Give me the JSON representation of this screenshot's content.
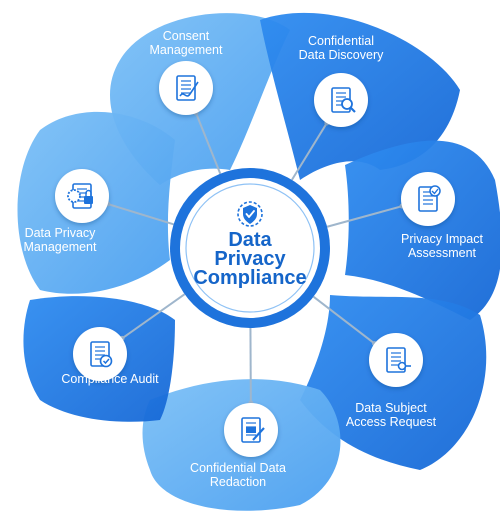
{
  "center": {
    "title_lines": [
      "Data",
      "Privacy",
      "Compliance"
    ],
    "icon": "shield-check-icon"
  },
  "colors": {
    "primary": "#1e7ae8",
    "light": "#5aaaf0",
    "center_text": "#1565c9",
    "connector": "#9fb6cc"
  },
  "segments": [
    {
      "id": "consent-management",
      "label_lines": [
        "Consent",
        "Management"
      ],
      "icon": "signed-document-icon"
    },
    {
      "id": "confidential-data-discovery",
      "label_lines": [
        "Confidential",
        "Data Discovery"
      ],
      "icon": "magnifier-document-icon"
    },
    {
      "id": "privacy-impact-assessment",
      "label_lines": [
        "Privacy Impact",
        "Assessment"
      ],
      "icon": "phone-checklist-icon"
    },
    {
      "id": "data-subject-access-request",
      "label_lines": [
        "Data Subject",
        "Access Request"
      ],
      "icon": "document-key-icon"
    },
    {
      "id": "confidential-data-redaction",
      "label_lines": [
        "Confidential Data",
        "Redaction"
      ],
      "icon": "redaction-pen-icon"
    },
    {
      "id": "compliance-audit",
      "label_lines": [
        "Compliance Audit"
      ],
      "icon": "audit-document-check-icon"
    },
    {
      "id": "data-privacy-management",
      "label_lines": [
        "Data Privacy",
        "Management"
      ],
      "icon": "gear-lock-icon"
    }
  ]
}
